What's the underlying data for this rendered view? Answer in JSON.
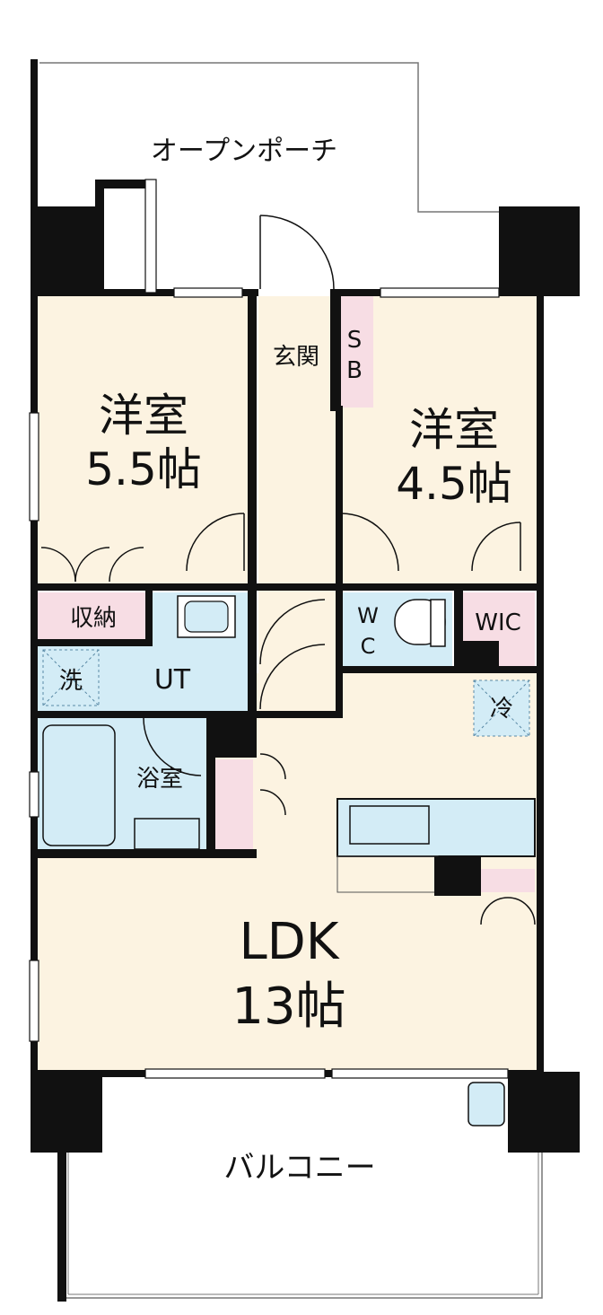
{
  "rooms": {
    "porch": "オープンポーチ",
    "entrance": "玄関",
    "shoe_box_s": "S",
    "shoe_box_b": "B",
    "western_room_1": {
      "name": "洋室",
      "size": "5.5帖"
    },
    "western_room_2": {
      "name": "洋室",
      "size": "4.5帖"
    },
    "storage": "収納",
    "utility": "UT",
    "washer": "洗",
    "wc_w": "W",
    "wc_c": "C",
    "wic": "WIC",
    "refrigerator": "冷",
    "bathroom": "浴室",
    "ldk": {
      "name": "LDK",
      "size": "13帖"
    },
    "balcony": "バルコニー"
  },
  "colors": {
    "room_cream": "#fcf3e1",
    "wet_blue": "#d3ecf6",
    "storage_pink": "#f7dde4",
    "wall": "#111111"
  }
}
